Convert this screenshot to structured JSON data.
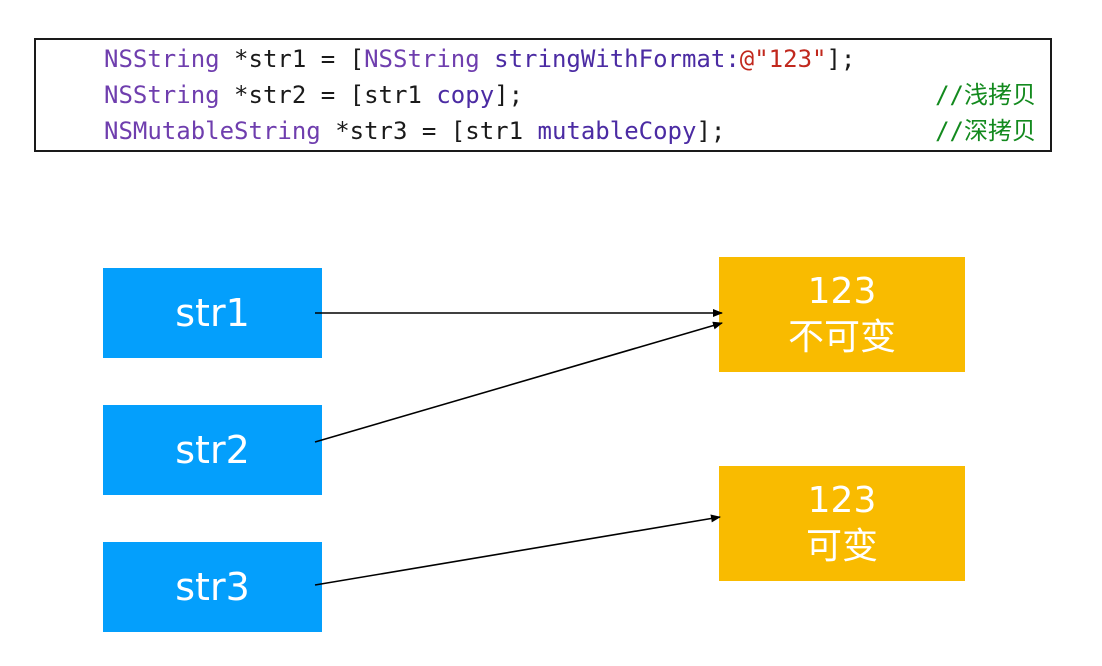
{
  "code": {
    "lines": [
      {
        "type": "NSString",
        "rest_a": " *str1 = [",
        "cls2": "NSString",
        "space": " ",
        "method": "stringWithFormat:",
        "string": "@\"123\"",
        "end": "];",
        "comment": ""
      },
      {
        "type": "NSString",
        "rest_a": " *str2 = [str1 ",
        "method": "copy",
        "end": "];",
        "comment": "//浅拷贝"
      },
      {
        "type": "NSMutableString",
        "rest_a": " *str3 = [str1 ",
        "method": "mutableCopy",
        "end": "];",
        "comment": "//深拷贝"
      }
    ]
  },
  "diagram": {
    "variables": [
      "str1",
      "str2",
      "str3"
    ],
    "objects": [
      {
        "value": "123",
        "label": "不可变"
      },
      {
        "value": "123",
        "label": "可变"
      }
    ],
    "colors": {
      "variable_box": "#049ffc",
      "object_box": "#f9bb00",
      "arrow": "#000000"
    }
  }
}
